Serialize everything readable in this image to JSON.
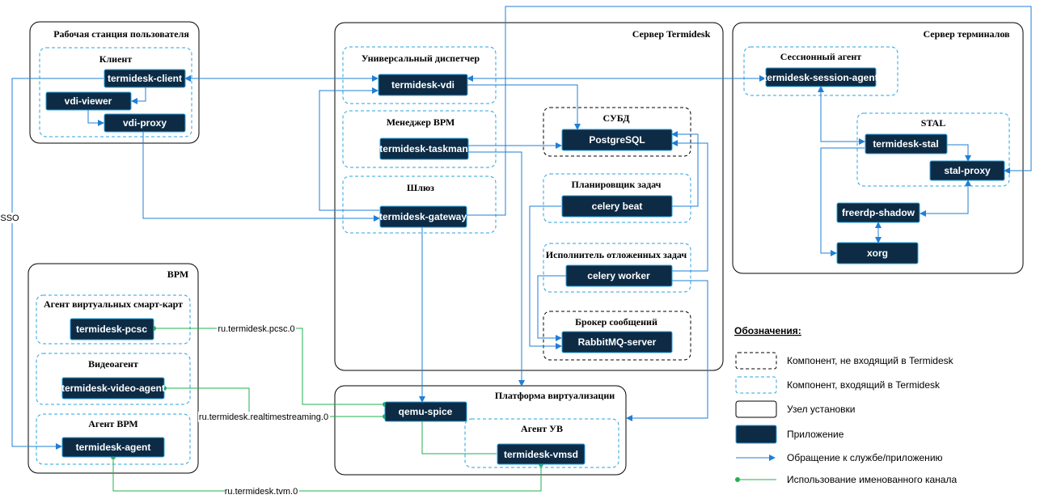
{
  "nodes": {
    "workstation": "Рабочая станция пользователя",
    "server_termidesk": "Сервер Termidesk",
    "server_terminals": "Сервер терминалов",
    "vm": "ВРМ",
    "virt_platform": "Платформа виртуализации"
  },
  "groups": {
    "client": "Клиент",
    "universal_dispatcher": "Универсальный диспетчер",
    "vm_manager": "Менеджер ВРМ",
    "gateway": "Шлюз",
    "dbms": "СУБД",
    "task_scheduler": "Планировщик задач",
    "deferred_executor": "Исполнитель отложенных задач",
    "message_broker": "Брокер сообщений",
    "session_agent": "Сессионный агент",
    "stal": "STAL",
    "smartcard_agent": "Агент виртуальных смарт-карт",
    "video_agent": "Видеоагент",
    "vm_agent": "Агент ВРМ",
    "hv_agent": "Агент УВ"
  },
  "apps": {
    "termidesk_client": "termidesk-client",
    "vdi_viewer": "vdi-viewer",
    "vdi_proxy": "vdi-proxy",
    "termidesk_vdi": "termidesk-vdi",
    "termidesk_taskman": "termidesk-taskman",
    "termidesk_gateway": "termidesk-gateway",
    "postgresql": "PostgreSQL",
    "celery_beat": "celery beat",
    "celery_worker": "celery worker",
    "rabbitmq": "RabbitMQ-server",
    "session_agent": "termidesk-session-agent",
    "termidesk_stal": "termidesk-stal",
    "stal_proxy": "stal-proxy",
    "freerdp_shadow": "freerdp-shadow",
    "xorg": "xorg",
    "termidesk_pcsc": "termidesk-pcsc",
    "video_agent": "termidesk-video-agent",
    "termidesk_agent": "termidesk-agent",
    "qemu_spice": "qemu-spice",
    "termidesk_vmsd": "termidesk-vmsd"
  },
  "edge_labels": {
    "sso": "SSO",
    "pcsc": "ru.termidesk.pcsc.0",
    "realtime": "ru.termidesk.realtimestreaming.0",
    "tvm": "ru.termidesk.tvm.0"
  },
  "legend": {
    "title": "Обозначения:",
    "items": [
      {
        "key": "external",
        "label": "Компонент, не входящий в Termidesk"
      },
      {
        "key": "component",
        "label": "Компонент, входящий в Termidesk"
      },
      {
        "key": "node",
        "label": "Узел установки"
      },
      {
        "key": "app",
        "label": "Приложение"
      },
      {
        "key": "call",
        "label": "Обращение к службе/приложению"
      },
      {
        "key": "pipe",
        "label": "Использование именованного канала"
      }
    ]
  },
  "colors": {
    "app_fill": "#0d2b45",
    "component_border": "#29a3e0",
    "call_line": "#1f7fd6",
    "pipe_line": "#22b14c"
  }
}
